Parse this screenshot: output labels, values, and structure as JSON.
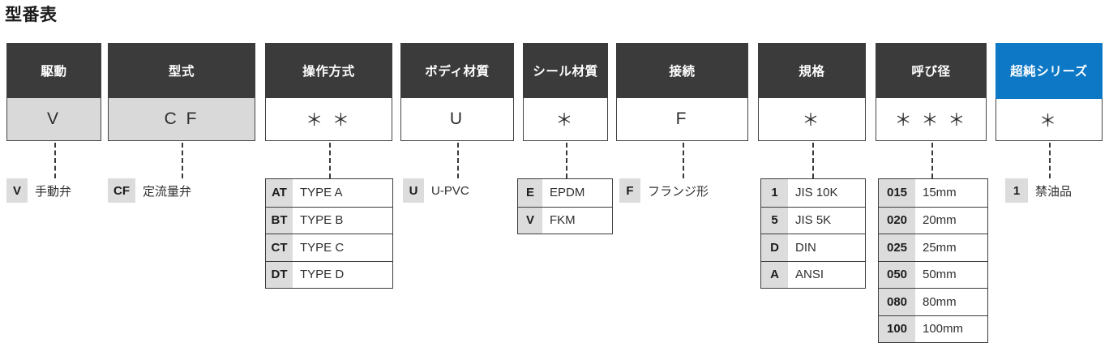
{
  "page": {
    "title": "型番表"
  },
  "colors": {
    "header_dark": "#3b3b3b",
    "header_accent": "#0c78c6",
    "value_filled": "#d9d9d9",
    "code_chip": "#dcdcdc",
    "border": "#3d3d3d",
    "text": "#2f2f2f"
  },
  "columns": [
    {
      "key": "drive",
      "header": "駆動",
      "value": "V",
      "value_filled": true,
      "accent": false,
      "legend_boxed": false,
      "options": [
        {
          "code": "V",
          "label": "手動弁"
        }
      ]
    },
    {
      "key": "model",
      "header": "型式",
      "value": "C F",
      "value_filled": true,
      "accent": false,
      "legend_boxed": false,
      "options": [
        {
          "code": "CF",
          "label": "定流量弁"
        }
      ]
    },
    {
      "key": "operation",
      "header": "操作方式",
      "value": "＊ ＊",
      "value_filled": false,
      "accent": false,
      "legend_boxed": true,
      "options": [
        {
          "code": "AT",
          "label": "TYPE A"
        },
        {
          "code": "BT",
          "label": "TYPE B"
        },
        {
          "code": "CT",
          "label": "TYPE C"
        },
        {
          "code": "DT",
          "label": "TYPE D"
        }
      ]
    },
    {
      "key": "body_material",
      "header": "ボディ材質",
      "value": "U",
      "value_filled": false,
      "accent": false,
      "legend_boxed": false,
      "options": [
        {
          "code": "U",
          "label": "U-PVC"
        }
      ]
    },
    {
      "key": "seal_material",
      "header": "シール材質",
      "value": "＊",
      "value_filled": false,
      "accent": false,
      "legend_boxed": true,
      "options": [
        {
          "code": "E",
          "label": "EPDM"
        },
        {
          "code": "V",
          "label": "FKM"
        }
      ]
    },
    {
      "key": "connection",
      "header": "接続",
      "value": "F",
      "value_filled": false,
      "accent": false,
      "legend_boxed": false,
      "options": [
        {
          "code": "F",
          "label": "フランジ形"
        }
      ]
    },
    {
      "key": "standard",
      "header": "規格",
      "value": "＊",
      "value_filled": false,
      "accent": false,
      "legend_boxed": true,
      "options": [
        {
          "code": "1",
          "label": "JIS 10K"
        },
        {
          "code": "5",
          "label": "JIS 5K"
        },
        {
          "code": "D",
          "label": "DIN"
        },
        {
          "code": "A",
          "label": "ANSI"
        }
      ]
    },
    {
      "key": "nominal_diameter",
      "header": "呼び径",
      "value": "＊ ＊ ＊",
      "value_filled": false,
      "accent": false,
      "legend_boxed": true,
      "options": [
        {
          "code": "015",
          "label": "15mm"
        },
        {
          "code": "020",
          "label": "20mm"
        },
        {
          "code": "025",
          "label": "25mm"
        },
        {
          "code": "050",
          "label": "50mm"
        },
        {
          "code": "080",
          "label": "80mm"
        },
        {
          "code": "100",
          "label": "100mm"
        }
      ]
    },
    {
      "key": "ultra_pure_series",
      "header": "超純シリーズ",
      "value": "＊",
      "value_filled": false,
      "accent": true,
      "legend_boxed": false,
      "options": [
        {
          "code": "1",
          "label": "禁油品"
        }
      ]
    }
  ]
}
